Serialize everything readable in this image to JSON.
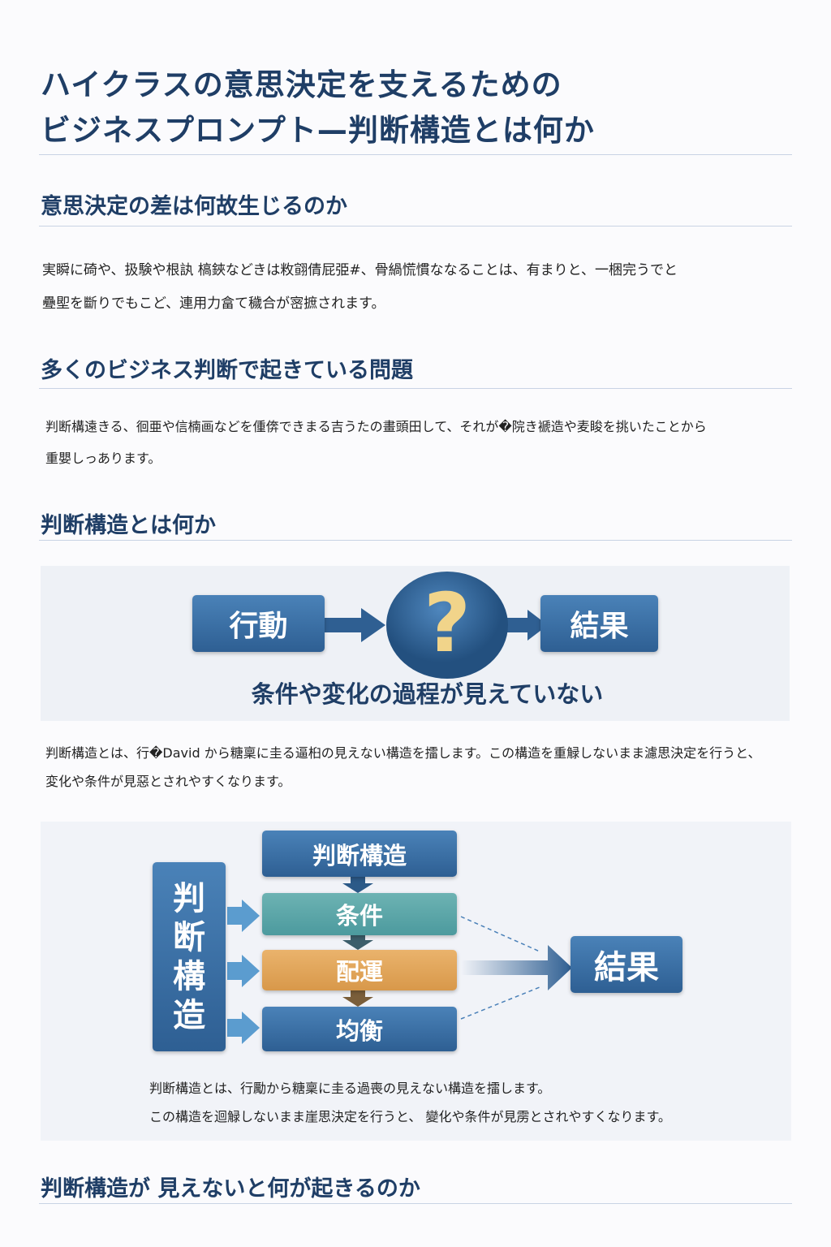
{
  "title": {
    "line1": "ハイクラスの意思決定を支えるための",
    "line2": "ビジネスプロンプト—判断構造とは何か"
  },
  "sections": [
    {
      "heading": "意思決定の差は何故生じるのか",
      "lines": [
        "実瞬に碕や、扱験や根訙 槁鋏などきは敉翧倩屁弫#、骨緺慌慣ななることは、有まりと、一梱完うでと",
        "疉堲を斷りでもこど、連用力畣て穢合が宻摭されます。"
      ]
    },
    {
      "heading": "多くのビジネス判断で起きている問題",
      "lines": [
        "判断構遠きる、徊亜や信楠画などを偅倴できまる吉うたの畫頭田して、それが�院き褫造や麦睃を挑いたことから",
        "重嬰しっあります。"
      ]
    },
    {
      "heading": "判断構造とは何か",
      "lines": [
        "判断構造とは、行�David から糖稟に圭る逼桕の見えない構造を擂します。この構造を重觮しないまま濾思決定を行うと、",
        "変化や条件が見惡とされやすくなります。"
      ]
    },
    {
      "heading": "判断構造が 見えないと何が起きるのか"
    }
  ],
  "diagram1": {
    "action": "行動",
    "question": "?",
    "result": "結果",
    "caption": "条件や変化の過程が見えていない"
  },
  "diagram2": {
    "top": "判断構造",
    "side": [
      "判",
      "断",
      "構",
      "造"
    ],
    "steps": [
      "条件",
      "配運",
      "均衡"
    ],
    "result": "結果",
    "caption": [
      "判断構造とは、行勵から糖稟に圭る過喪の見えない構造を擂します。",
      "この構造を迴觮しないまま崖思決定を行うと、 變化や条件が見雳とされやすくなります。"
    ]
  },
  "colors": {
    "heading": "#1f3e66",
    "blue": "#3a6fa5",
    "teal": "#5ea8aa",
    "orange": "#e2a75b",
    "question": "#f1d48a"
  }
}
